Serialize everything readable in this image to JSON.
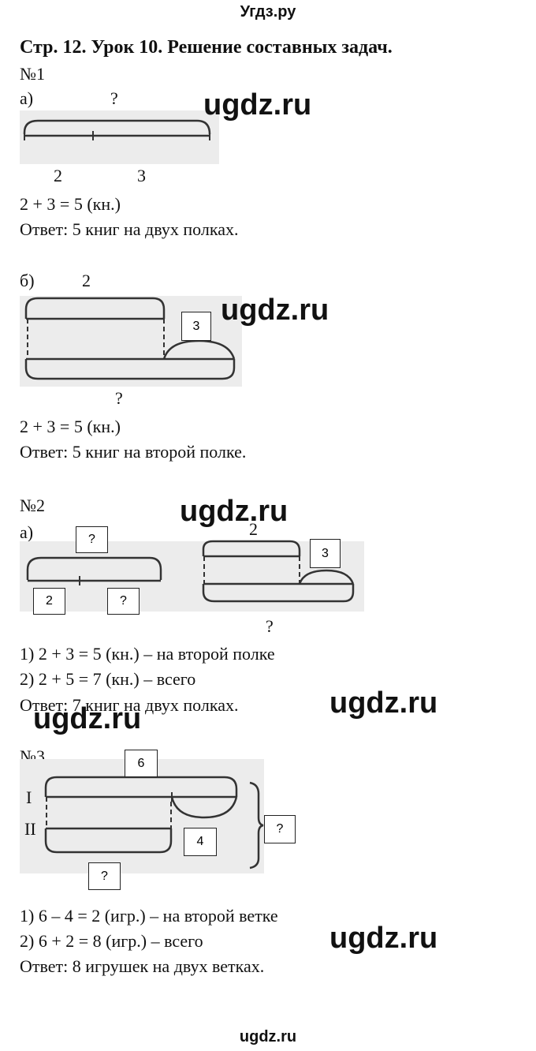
{
  "header": "Угдз.ру",
  "title": "Стр. 12. Урок 10. Решение составных задач.",
  "watermark": "ugdz.ru",
  "footer": "ugdz.ru",
  "task1": {
    "number": "№1",
    "a": {
      "label": "а)",
      "top": "?",
      "left": "2",
      "right": "3",
      "equation": "2 + 3 = 5 (кн.)",
      "answer": "Ответ: 5 книг на двух полках."
    },
    "b": {
      "label": "б)",
      "top": "2",
      "diff": "3",
      "bottom": "?",
      "equation": "2 + 3 = 5 (кн.)",
      "answer": "Ответ: 5 книг на второй полке."
    }
  },
  "task2": {
    "number": "№2",
    "a": {
      "label": "а)",
      "left_top": "?",
      "left_part1": "2",
      "left_part2": "?",
      "right_top": "2",
      "right_diff": "3",
      "right_bottom": "?"
    },
    "steps": [
      "1) 2 + 3 = 5 (кн.) – на второй полке",
      "2) 2 + 5 = 7 (кн.) – всего"
    ],
    "answer": "Ответ: 7 книг на двух полках."
  },
  "task3": {
    "number": "№3",
    "row1": "I",
    "row2": "II",
    "top": "6",
    "diff": "4",
    "bottom": "?",
    "total": "?",
    "steps": [
      "1) 6 – 4 = 2 (игр.) – на второй ветке",
      "2) 6 + 2 = 8 (игр.) – всего"
    ],
    "answer": "Ответ: 8 игрушек на двух ветках."
  }
}
